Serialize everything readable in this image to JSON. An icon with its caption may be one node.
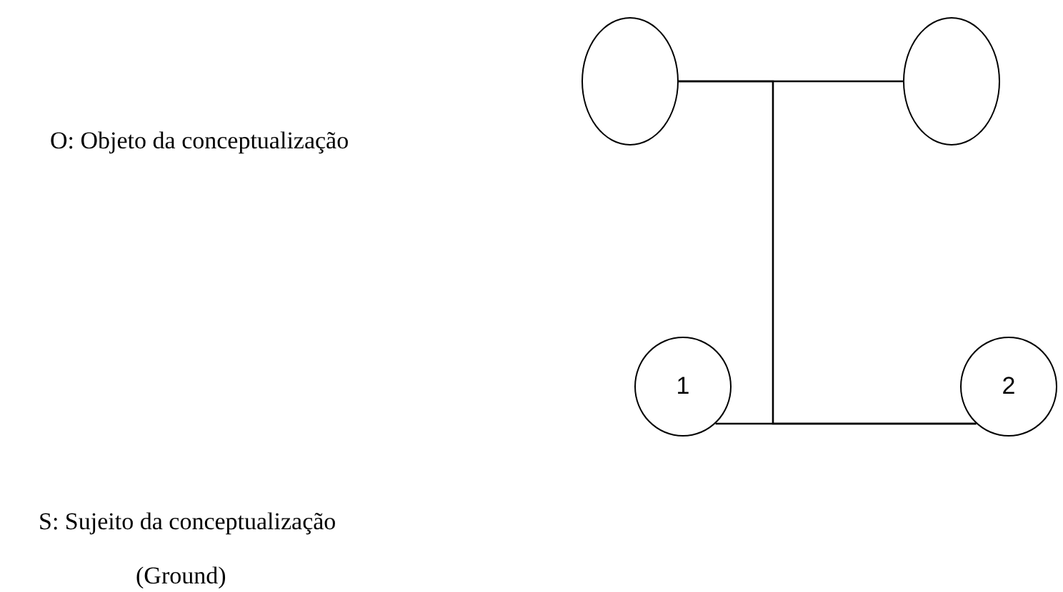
{
  "diagram": {
    "nodes": [
      {
        "text": [],
        "shape": "circle"
      },
      {
        "text": [],
        "shape": "circle"
      },
      {
        "text": [
          "1"
        ]
      },
      {
        "text": [
          "2"
        ]
      }
    ],
    "edges": [
      {
        "from": 0,
        "to": 1,
        "arrow": "none"
      },
      {
        "from": 2,
        "to": 3,
        "arrow": "none"
      },
      {
        "from": 0,
        "to": 3,
        "arrow": "none"
      }
    ],
    "labels": [
      "O: Objeto da conceptualização",
      "S: Sujeito da conceptualização",
      "(Ground)"
    ]
  }
}
